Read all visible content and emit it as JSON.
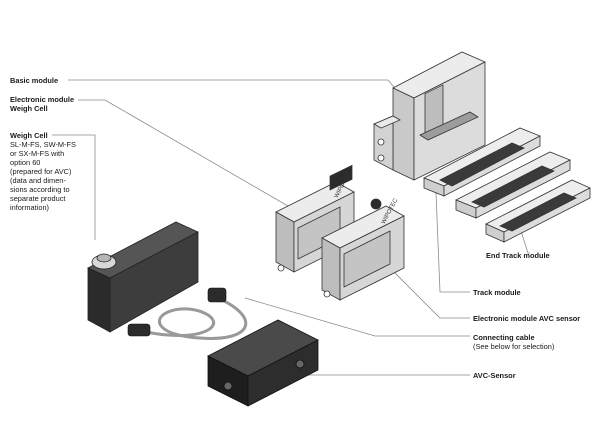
{
  "labels": {
    "basic_module": "Basic module",
    "electronic_module_weigh_cell_line1": "Electronic module",
    "electronic_module_weigh_cell_line2": "Weigh Cell",
    "weigh_cell_title": "Weigh Cell",
    "weigh_cell_desc": [
      "SL-M-FS, SW-M-FS",
      "or SX-M-FS with",
      "option 60",
      "(prepared for AVC)",
      "(data and dimen-",
      "sions according to",
      "separate product",
      "information)"
    ],
    "end_track_module": "End Track module",
    "track_module": "Track module",
    "electronic_module_avc_sensor": "Electronic module AVC sensor",
    "connecting_cable": "Connecting cable",
    "connecting_cable_note": "(See below for selection)",
    "avc_sensor": "AVC-Sensor"
  },
  "brand": "WIPOTEC",
  "colors": {
    "line": "#7a7a7a",
    "dark": "#2b2b2b",
    "mid": "#8a8a8a",
    "light": "#d4d4d4",
    "lighter": "#ececec"
  }
}
